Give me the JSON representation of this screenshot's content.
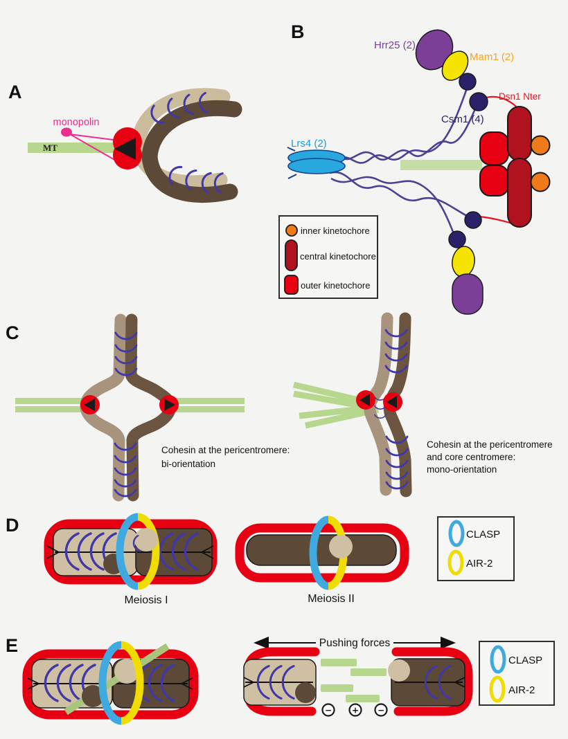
{
  "figure": {
    "background_color": "#f4f4f2",
    "panels": {
      "A": {
        "label": "A",
        "monopolin": "monopolin",
        "mt": "MT"
      },
      "B": {
        "label": "B",
        "hrr25": "Hrr25 (2)",
        "mam1": "Mam1 (2)",
        "dsn1": "Dsn1 Nter",
        "csm1": "Csm1 (4)",
        "lrs4": "Lrs4 (2)",
        "legend": {
          "items": [
            {
              "label": "inner kinetochore",
              "color": "#ef7a1a"
            },
            {
              "label": "central kinetochore",
              "color": "#b0121f"
            },
            {
              "label": "outer kinetochore",
              "color": "#e60012"
            }
          ]
        }
      },
      "C": {
        "label": "C",
        "left_caption": [
          "Cohesin at the pericentromere:",
          "bi-orientation"
        ],
        "right_caption": [
          "Cohesin at the pericentromere",
          "and core centromere:",
          "mono-orientation"
        ]
      },
      "D": {
        "label": "D",
        "meiosis_i": "Meiosis I",
        "meiosis_ii": "Meiosis II",
        "legend": {
          "clasp": "CLASP",
          "air2": "AIR-2"
        }
      },
      "E": {
        "label": "E",
        "pushing_forces": "Pushing forces",
        "charges": [
          "−",
          "+",
          "−"
        ],
        "legend": {
          "clasp": "CLASP",
          "air2": "AIR-2"
        }
      }
    },
    "colors": {
      "outer_kinetochore_red": "#e60012",
      "central_kinetochore_dark_red": "#b0121f",
      "inner_kinetochore_orange": "#ef7a1a",
      "microtubule_green": "#b7d78e",
      "chromatid_tan": "#cfc0a3",
      "chromatid_brown": "#5d4937",
      "cohesin_blue": "#4038a8",
      "monopolin_pink": "#ed2d8e",
      "lrs4_blue": "#29a8e0",
      "hrr25_purple": "#7b3f98",
      "mam1_yellow": "#f5e400",
      "csm1_navy": "#2a2168",
      "clasp_blue": "#3fa9e0",
      "air2_yellow": "#f0dc00"
    }
  }
}
